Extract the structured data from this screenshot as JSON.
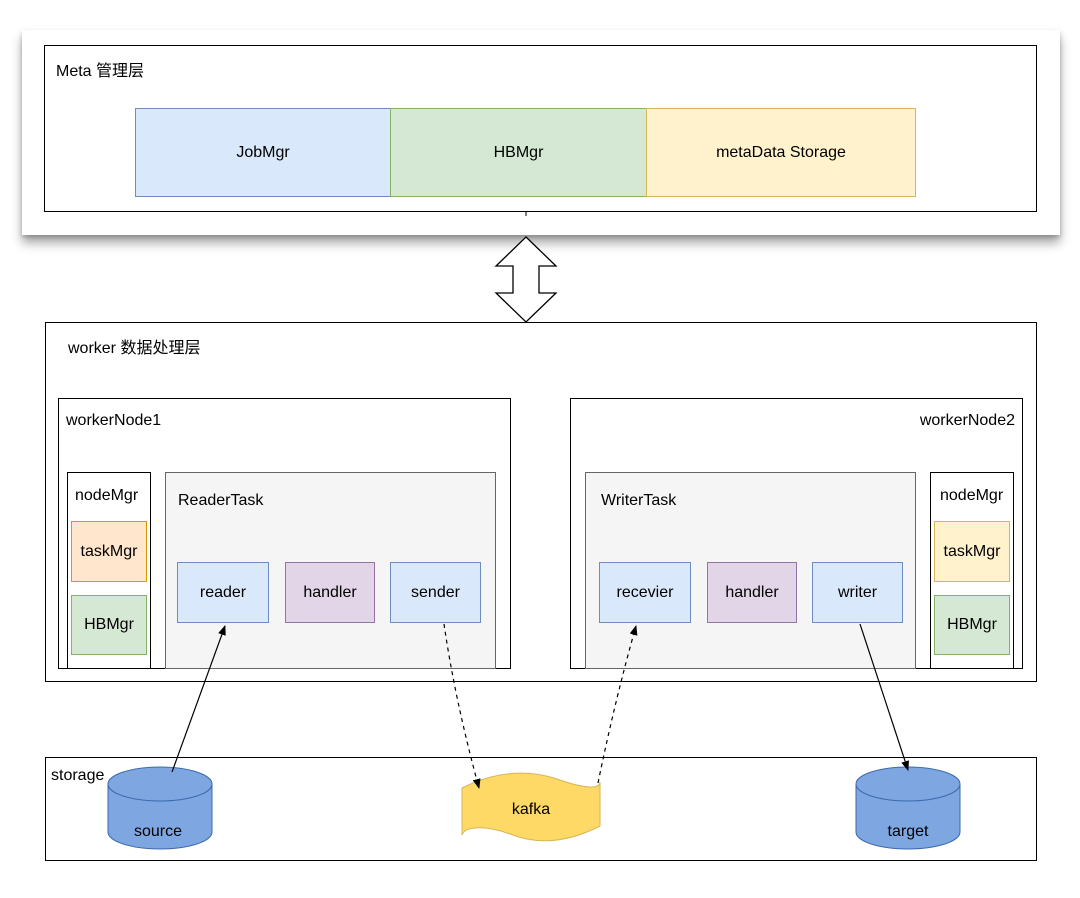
{
  "meta_layer": {
    "label": "Meta 管理层",
    "blocks": [
      "JobMgr",
      "HBMgr",
      "metaData Storage"
    ]
  },
  "worker_layer": {
    "label": "worker 数据处理层",
    "node1": {
      "label": "workerNode1",
      "mgr": {
        "label": "nodeMgr",
        "items": [
          "taskMgr",
          "HBMgr"
        ]
      },
      "task": {
        "label": "ReaderTask",
        "items": [
          "reader",
          "handler",
          "sender"
        ]
      }
    },
    "node2": {
      "label": "workerNode2",
      "mgr": {
        "label": "nodeMgr",
        "items": [
          "taskMgr",
          "HBMgr"
        ]
      },
      "task": {
        "label": "WriterTask",
        "items": [
          "recevier",
          "handler",
          "writer"
        ]
      }
    }
  },
  "storage_layer": {
    "label": "storage",
    "source": "source",
    "queue": "kafka",
    "target": "target"
  },
  "colors": {
    "blue_fill": "#dae8fc",
    "blue_stroke": "#6c8ebf",
    "green_fill": "#d5e8d4",
    "green_stroke": "#82b366",
    "yellow_fill": "#fff2cc",
    "yellow_stroke": "#d6b656",
    "orange_fill": "#ffe6cc",
    "orange_stroke": "#d79b00",
    "purple_fill": "#e1d5e7",
    "purple_stroke": "#9673a6",
    "grey_fill": "#f5f5f5",
    "grey_stroke": "#666666",
    "db_fill": "#7ea6e0",
    "db_stroke": "#3a6aab",
    "kafka_fill": "#ffd966",
    "kafka_stroke": "#d6b656"
  }
}
